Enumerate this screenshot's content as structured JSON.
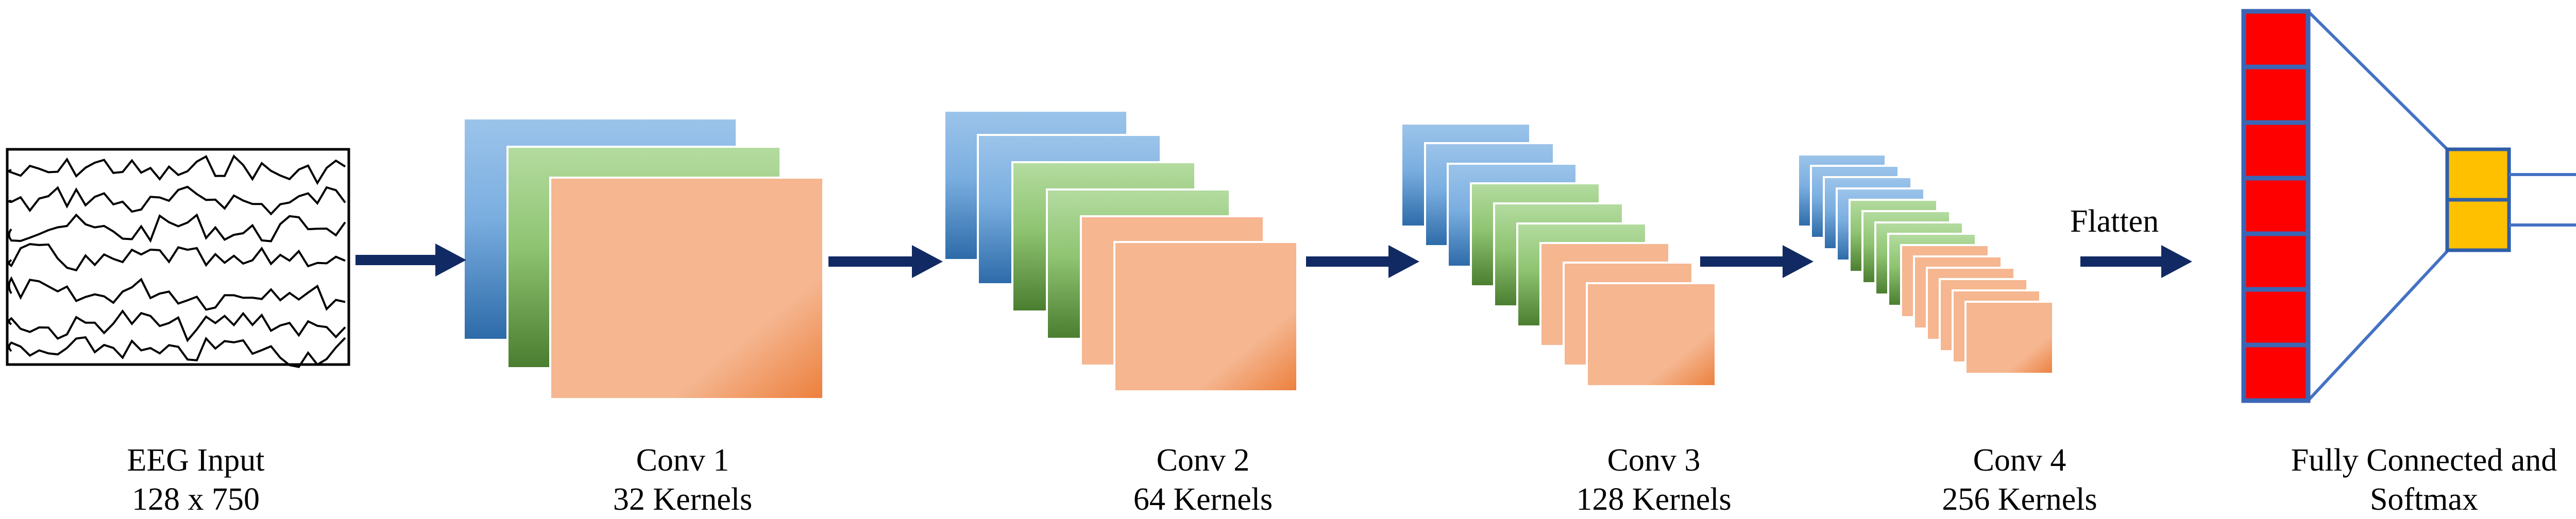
{
  "stages": [
    {
      "id": "input",
      "title": "EEG Input",
      "subtitle": "128 x 750"
    },
    {
      "id": "conv1",
      "title": "Conv 1",
      "subtitle": "32 Kernels"
    },
    {
      "id": "conv2",
      "title": "Conv 2",
      "subtitle": "64 Kernels"
    },
    {
      "id": "conv3",
      "title": "Conv 3",
      "subtitle": "128 Kernels"
    },
    {
      "id": "conv4",
      "title": "Conv 4",
      "subtitle": "256 Kernels"
    },
    {
      "id": "fc",
      "title": "Fully Connected and",
      "subtitle": "Softmax"
    }
  ],
  "flatten_label": "Flatten",
  "fc": {
    "neuron_count": 7,
    "hidden_count": 2,
    "output_count": 2
  },
  "colors": {
    "arrow": "#112a63",
    "blue_top": "#9cc4ea",
    "blue_bottom": "#2c6aa8",
    "green_top": "#b4dca0",
    "green_bottom": "#4a7d2f",
    "orange_main": "#f5b690",
    "orange_corner": "#ec7f3c",
    "neuron_fill": "#ff0000",
    "neuron_border": "#3a66b5",
    "hidden_fill": "#ffc000",
    "hidden_border": "#2f5ea8",
    "fc_line": "#4472c4",
    "output_red": "#ff0000",
    "output_green": "#00b050"
  }
}
